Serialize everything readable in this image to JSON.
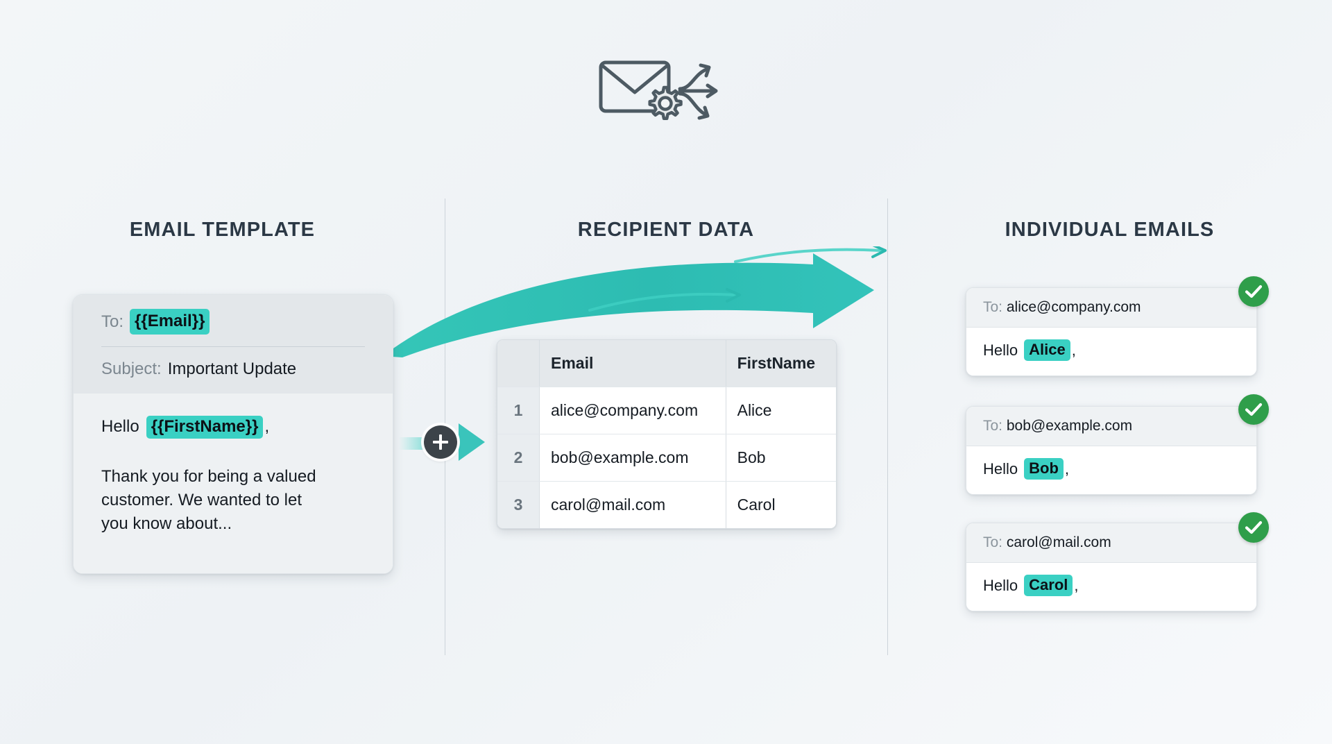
{
  "hero": {
    "icon": "envelope-gear-arrows-icon"
  },
  "columns": {
    "template_heading": "EMAIL TEMPLATE",
    "data_heading": "RECIPIENT DATA",
    "output_heading": "INDIVIDUAL EMAILS"
  },
  "template": {
    "to_label": "To:",
    "to_token": "{{Email}}",
    "subject_label": "Subject:",
    "subject_value": "Important Update",
    "greeting_word": "Hello",
    "greeting_token": "{{FirstName}}",
    "greeting_comma": ",",
    "paragraph": "Thank you for being a valued customer. We wanted to let you know about..."
  },
  "merge": {
    "plus_icon": "plus-icon",
    "arrow_icon": "arrow-right-icon"
  },
  "table": {
    "row_header": "",
    "columns": [
      "Email",
      "FirstName"
    ],
    "rows": [
      {
        "num": "1",
        "email": "alice@company.com",
        "first_name": "Alice"
      },
      {
        "num": "2",
        "email": "bob@example.com",
        "first_name": "Bob"
      },
      {
        "num": "3",
        "email": "carol@mail.com",
        "first_name": "Carol"
      }
    ]
  },
  "emails": [
    {
      "to_label": "To:",
      "to_value": "alice@company.com",
      "greeting_word": "Hello",
      "name": "Alice",
      "comma": ",",
      "status_icon": "check-circle-icon"
    },
    {
      "to_label": "To:",
      "to_value": "bob@example.com",
      "greeting_word": "Hello",
      "name": "Bob",
      "comma": ",",
      "status_icon": "check-circle-icon"
    },
    {
      "to_label": "To:",
      "to_value": "carol@mail.com",
      "greeting_word": "Hello",
      "name": "Carol",
      "comma": ",",
      "status_icon": "check-circle-icon"
    }
  ],
  "flow": {
    "main_arrow_icon": "curved-arrow-right-icon",
    "trail_arrow_icon": "arrow-right-icon"
  },
  "colors": {
    "accent_teal": "#3ac4bb",
    "highlight_teal": "#3ad0c3",
    "success_green": "#2f9e4a",
    "heading_navy": "#2b3845",
    "background": "#f1f4f7"
  }
}
